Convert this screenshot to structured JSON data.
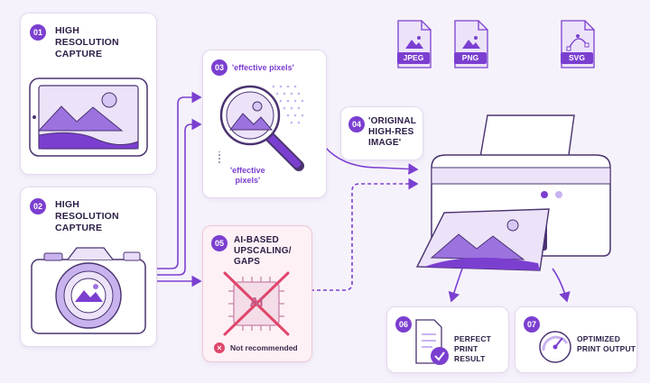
{
  "cards": {
    "c1": {
      "num": "01",
      "title": "HIGH\nRESOLUTION\nCAPTURE"
    },
    "c2": {
      "num": "02",
      "title": "HIGH\nRESOLUTION\nCAPTURE"
    },
    "c3": {
      "num": "03",
      "title": "'effective pixels'",
      "caption": "'effective\npixels'"
    },
    "c4": {
      "num": "04",
      "title": "'ORIGINAL\nHIGH-RES\nIMAGE'"
    },
    "c5": {
      "num": "05",
      "title": "AI-BASED\nUPSCALING/\nGAPS",
      "chip": "AI",
      "note": "Not recommended"
    },
    "c6": {
      "num": "06",
      "title": "PERFECT\nPRINT RESULT"
    },
    "c7": {
      "num": "07",
      "title": "OPTIMIZED\nPRINT OUTPUT"
    }
  },
  "formats": [
    "JPEG",
    "PNG",
    "SVG"
  ],
  "colors": {
    "accent": "#7b3fd0",
    "light": "#c9b3ef",
    "warn": "#e0466a",
    "bg": "#f6f2fb"
  },
  "icons": [
    "tablet-icon",
    "camera-icon",
    "magnifier-icon",
    "ai-chip-icon",
    "printer-icon",
    "document-check-icon",
    "gauge-icon",
    "file-image-icon",
    "file-vector-icon"
  ]
}
